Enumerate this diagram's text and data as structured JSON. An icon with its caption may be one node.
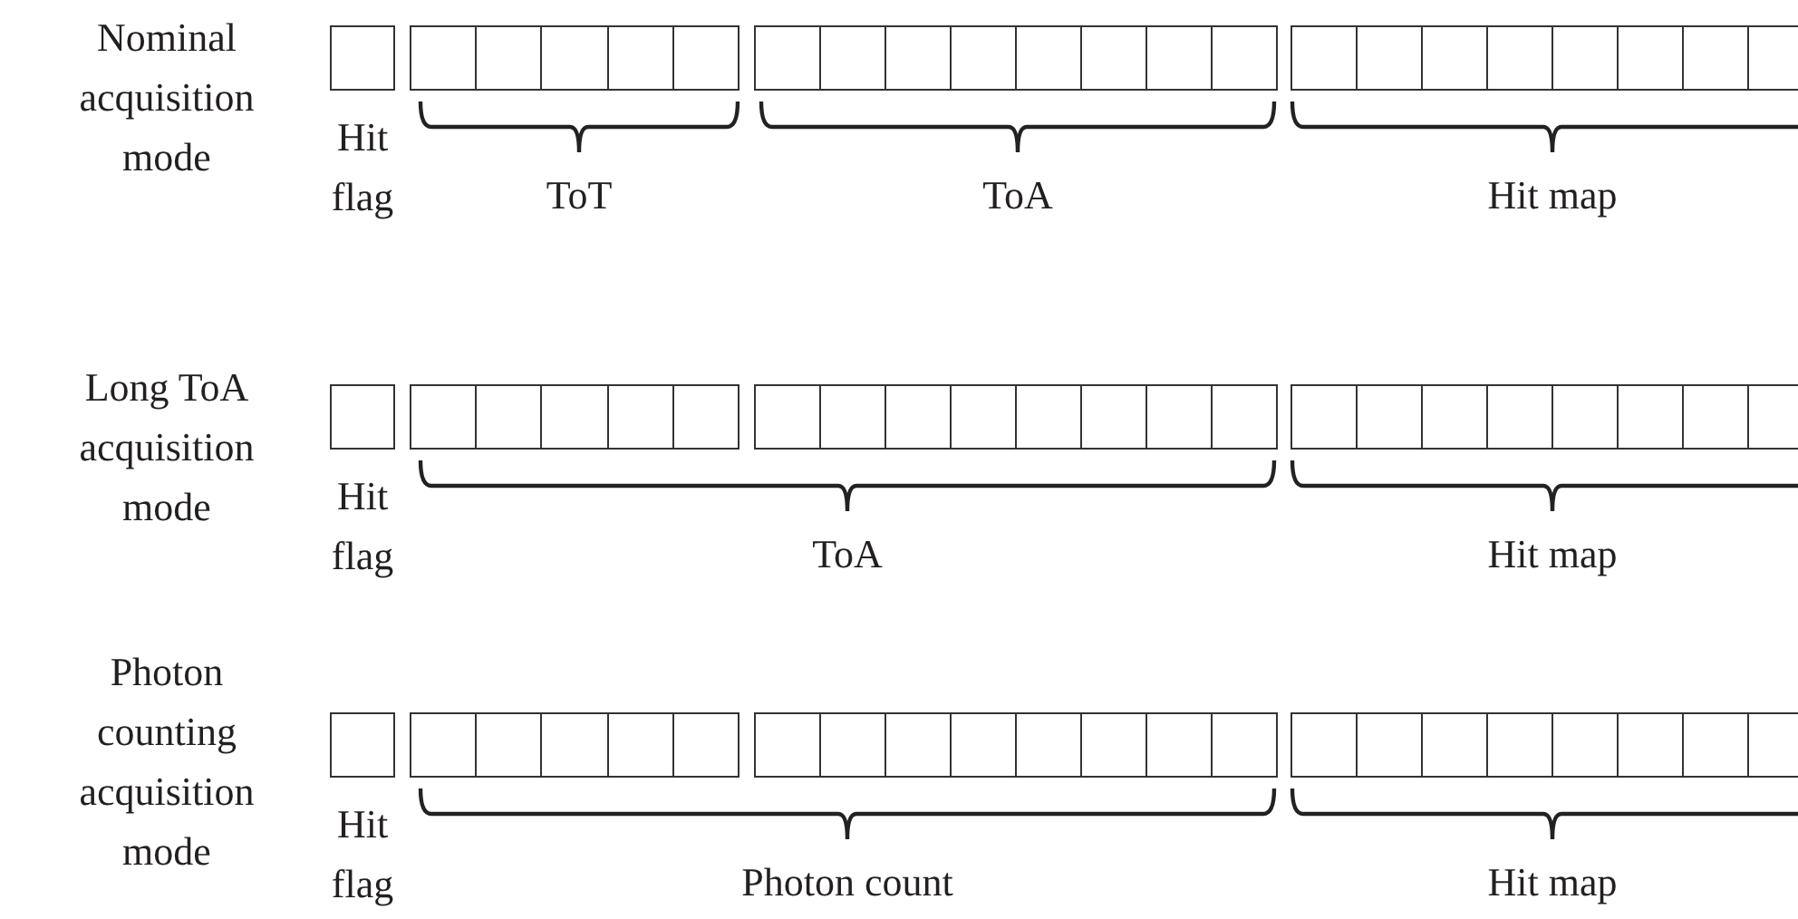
{
  "diagram": {
    "labels": [
      "Nominal acquisition mode",
      "Hit flag",
      "ToT",
      "ToA",
      "Hit map",
      "Long ToA acquisition mode",
      "Hit flag",
      "ToA",
      "Hit map",
      "Photon counting acquisition mode",
      "Hit flag",
      "Photon count",
      "Hit map"
    ]
  }
}
